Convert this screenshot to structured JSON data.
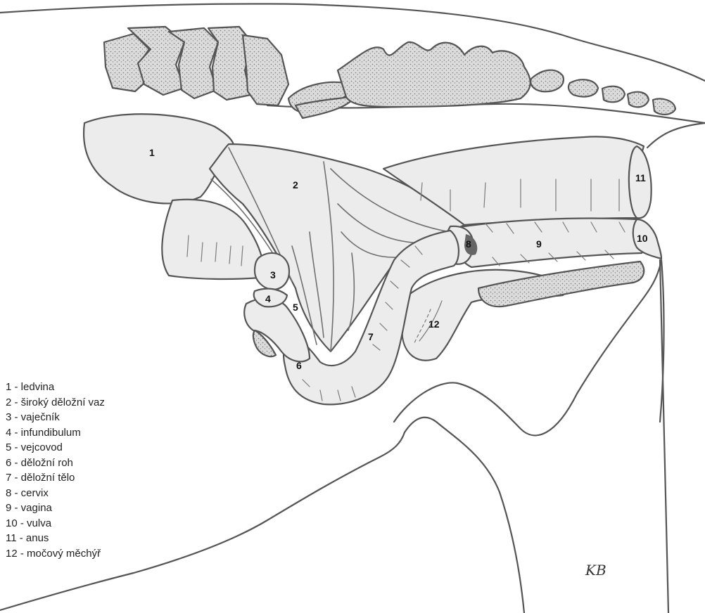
{
  "labels": {
    "n1": "1",
    "n2": "2",
    "n3": "3",
    "n4": "4",
    "n5": "5",
    "n6": "6",
    "n7": "7",
    "n8": "8",
    "n9": "9",
    "n10": "10",
    "n11": "11",
    "n12": "12"
  },
  "legend": [
    "1 - ledvina",
    "2 - široký děložní vaz",
    "3 - vaječník",
    "4 - infundibulum",
    "5 - vejcovod",
    "6 - děložní roh",
    "7 - děložní tělo",
    "8 - cervix",
    "9 - vagina",
    "10 - vulva",
    "11 - anus",
    "12 - močový měchýř"
  ],
  "signature": "KB"
}
